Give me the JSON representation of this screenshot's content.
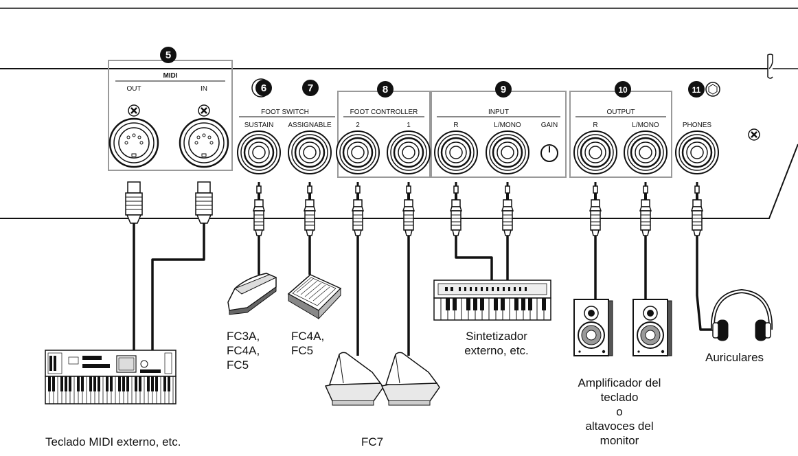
{
  "callouts": {
    "c5": "5",
    "c6": "6",
    "c7": "7",
    "c8": "8",
    "c9": "9",
    "c10": "10",
    "c11": "11"
  },
  "panel": {
    "midi": {
      "title": "MIDI",
      "out": "OUT",
      "in": "IN"
    },
    "foot_switch": {
      "title": "FOOT SWITCH",
      "sustain": "SUSTAIN",
      "assignable": "ASSIGNABLE"
    },
    "foot_controller": {
      "title": "FOOT CONTROLLER",
      "port2": "2",
      "port1": "1"
    },
    "input": {
      "title": "INPUT",
      "r": "R",
      "lmono": "L/MONO",
      "gain": "GAIN"
    },
    "output": {
      "title": "OUTPUT",
      "r": "R",
      "lmono": "L/MONO"
    },
    "phones": "PHONES"
  },
  "devices": {
    "midi_keyboard": "Teclado MIDI externo, etc.",
    "sustain_pedal": [
      "FC3A,",
      "FC4A,",
      "FC5"
    ],
    "assign_pedal": [
      "FC4A,",
      "FC5"
    ],
    "fc7": "FC7",
    "synth": [
      "Sintetizador",
      "externo, etc."
    ],
    "speakers": [
      "Amplificador del",
      "teclado",
      "o",
      "altavoces del",
      "monitor"
    ],
    "headphones": "Auriculares"
  },
  "icons": {
    "midi_jack": "din-5pin-jack-icon",
    "phone_jack": "quarter-inch-jack-icon",
    "gain_knob": "knob-icon"
  }
}
